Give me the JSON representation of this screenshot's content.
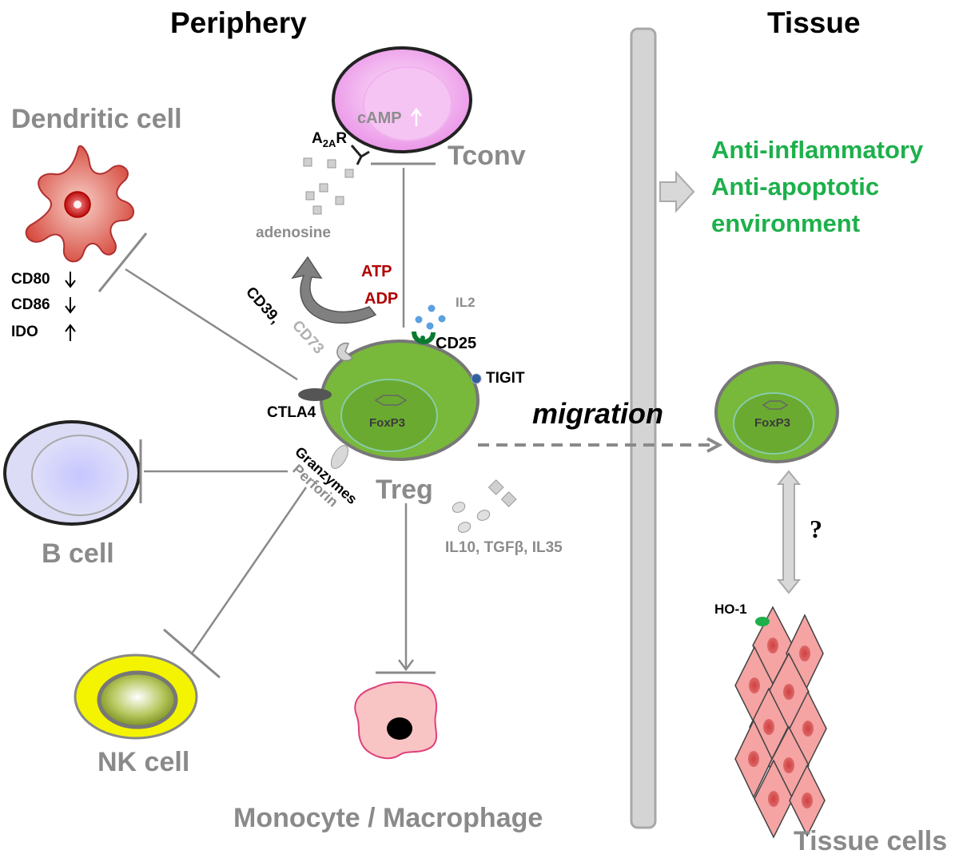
{
  "headings": {
    "periphery": "Periphery",
    "tissue": "Tissue"
  },
  "cells": {
    "dendritic": "Dendritic cell",
    "tconv": "Tconv",
    "bcell": "B cell",
    "nk": "NK cell",
    "monocyte": "Monocyte / Macrophage",
    "treg": "Treg",
    "tissue_cells": "Tissue cells"
  },
  "markers": {
    "cd80": "CD80",
    "cd86": "CD86",
    "ido": "IDO",
    "camp": "cAMP",
    "a2a_main": "A",
    "a2a_sub": "2A",
    "a2a_r": "R",
    "adenosine": "adenosine",
    "atp": "ATP",
    "adp": "ADP",
    "cd39": "CD39,",
    "cd73": "CD73",
    "il2": "IL2",
    "cd25": "CD25",
    "tigit": "TIGIT",
    "ctla4": "CTLA4",
    "foxp3": "FoxP3",
    "foxp3_tissue": "FoxP3",
    "granzymes": "Granzymes",
    "perforin": "Perforin",
    "cytokines": "IL10, TGFβ, IL35",
    "ho1": "HO-1",
    "question": "?"
  },
  "process": {
    "migration": "migration"
  },
  "environment": {
    "line1": "Anti-inflammatory",
    "line2": "Anti-apoptotic",
    "line3": "environment"
  },
  "colors": {
    "treg_green": "#7ab83a",
    "env_green": "#1db04b",
    "arrow_grey": "#8a8a8a",
    "dc_red": "#d9534f",
    "tconv_pink": "#f2a8f0",
    "bcell_lavender": "#d0d0f8",
    "nk_yellow": "#f0f000",
    "tissue_pink": "#f5a0a0"
  }
}
